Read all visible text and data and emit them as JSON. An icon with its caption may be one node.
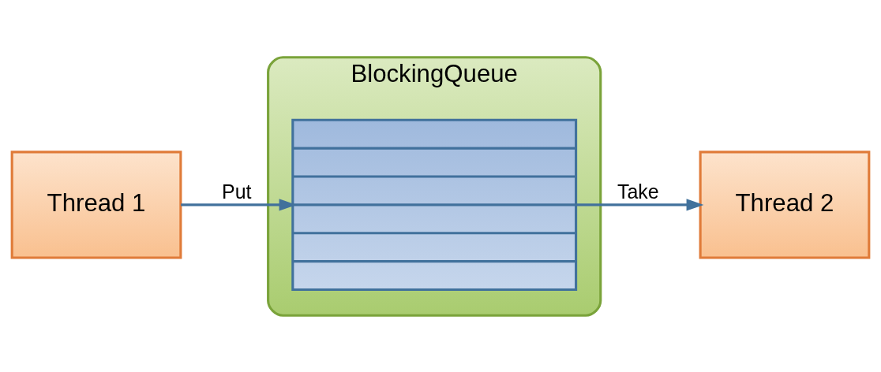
{
  "diagram": {
    "nodes": [
      {
        "text": [
          "Thread 1"
        ]
      },
      {
        "text": [
          "BlockingQueue"
        ]
      },
      {
        "text": [],
        "shape": "bar",
        "in": 1
      },
      {
        "text": [
          "Thread 2"
        ]
      }
    ],
    "edges": [
      {
        "from": 0,
        "to": 2,
        "arrow": "to",
        "label": "Put"
      },
      {
        "from": 2,
        "to": 3,
        "arrow": "to",
        "label": "Take"
      }
    ]
  }
}
